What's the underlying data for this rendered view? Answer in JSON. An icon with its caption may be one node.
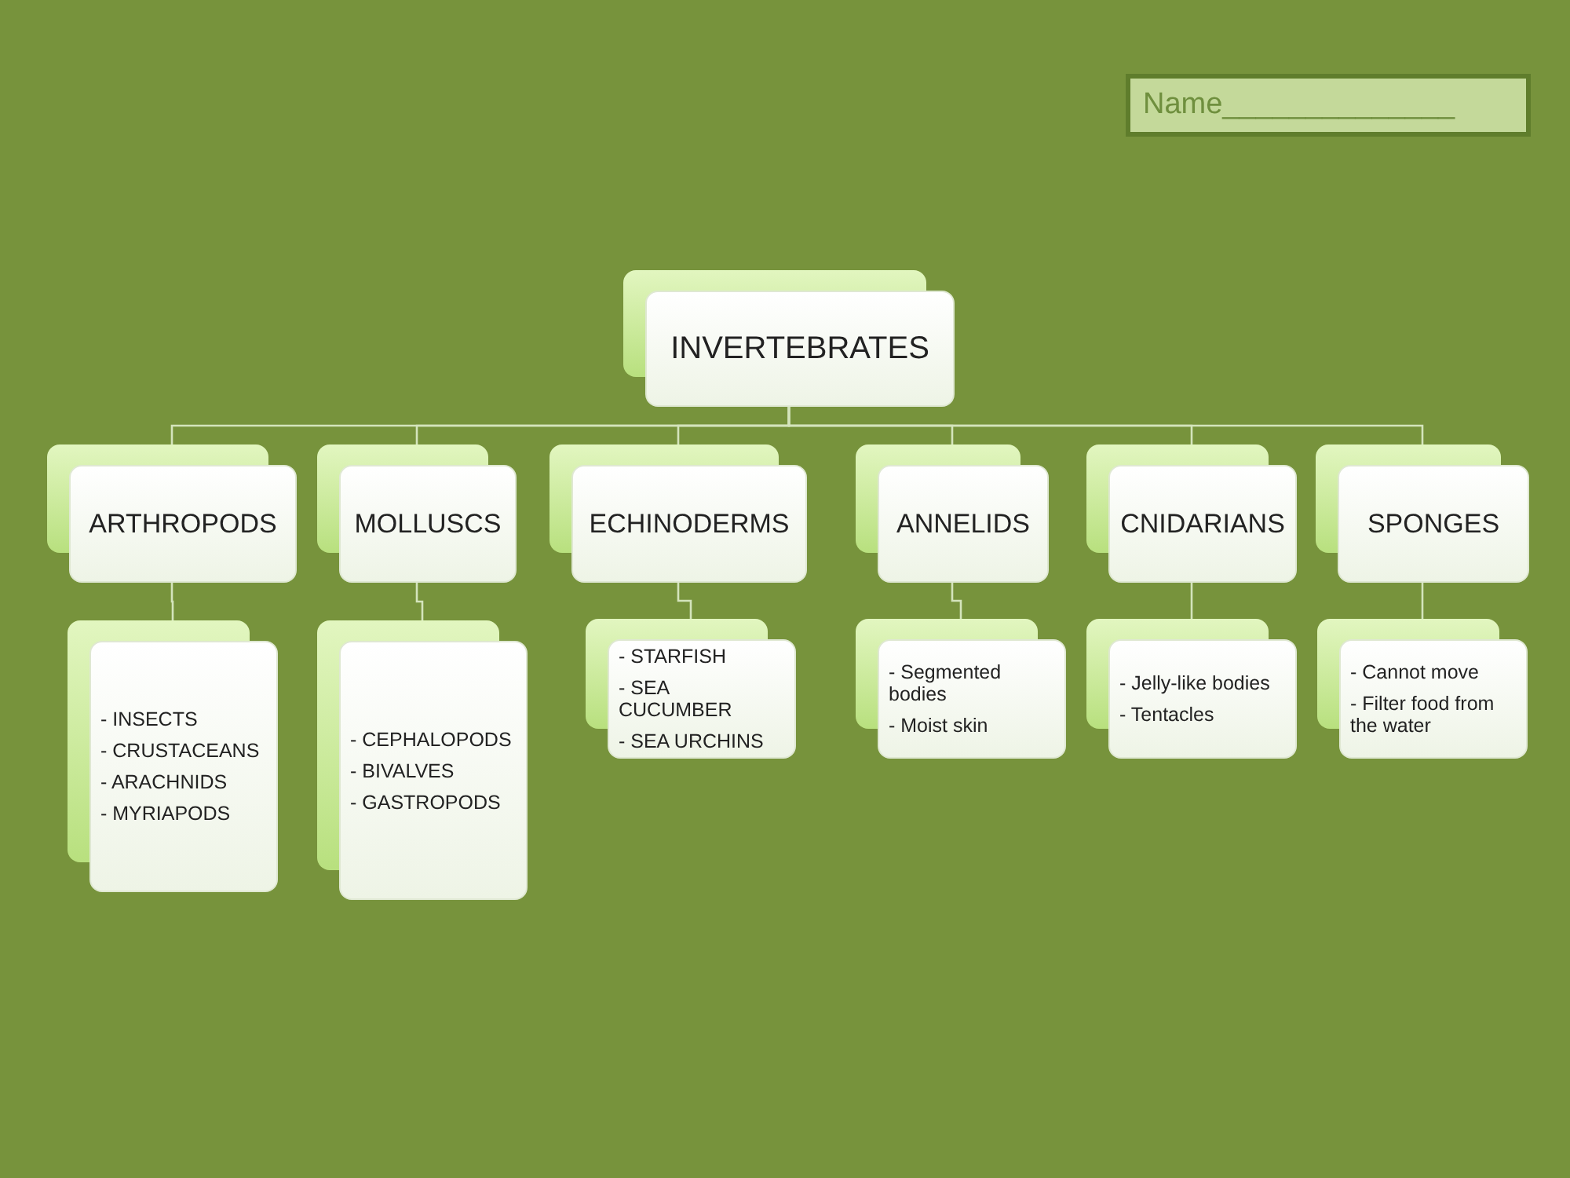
{
  "diagram": {
    "nodes": [
      {
        "text": [
          "Name______________"
        ]
      },
      {
        "text": [
          "INVERTEBRATES"
        ]
      },
      {
        "text": [
          "ARTHROPODS"
        ]
      },
      {
        "text": [
          "MOLLUSCS"
        ]
      },
      {
        "text": [
          "ECHINODERMS"
        ]
      },
      {
        "text": [
          "ANNELIDS"
        ]
      },
      {
        "text": [
          "CNIDARIANS"
        ]
      },
      {
        "text": [
          "SPONGES"
        ]
      },
      {
        "text": [
          "- INSECTS",
          "- CRUSTACEANS",
          "- ARACHNIDS",
          "- MYRIAPODS"
        ]
      },
      {
        "text": [
          "- CEPHALOPODS",
          "- BIVALVES",
          "- GASTROPODS"
        ]
      },
      {
        "text": [
          "- STARFISH",
          "- SEA CUCUMBER",
          "- SEA URCHINS"
        ]
      },
      {
        "text": [
          "- Segmented bodies",
          "- Moist skin"
        ]
      },
      {
        "text": [
          "- Jelly-like bodies",
          "- Tentacles"
        ]
      },
      {
        "text": [
          "- Cannot move",
          "- Filter food from the water"
        ]
      }
    ],
    "edges": [
      {
        "from": 1,
        "to": 2,
        "arrow": "none"
      },
      {
        "from": 1,
        "to": 3,
        "arrow": "none"
      },
      {
        "from": 1,
        "to": 4,
        "arrow": "none"
      },
      {
        "from": 1,
        "to": 5,
        "arrow": "none"
      },
      {
        "from": 1,
        "to": 6,
        "arrow": "none"
      },
      {
        "from": 1,
        "to": 7,
        "arrow": "none"
      },
      {
        "from": 2,
        "to": 8,
        "arrow": "none"
      },
      {
        "from": 3,
        "to": 9,
        "arrow": "none"
      },
      {
        "from": 4,
        "to": 10,
        "arrow": "none"
      },
      {
        "from": 5,
        "to": 11,
        "arrow": "none"
      },
      {
        "from": 6,
        "to": 12,
        "arrow": "none"
      },
      {
        "from": 7,
        "to": 13,
        "arrow": "none"
      }
    ]
  }
}
